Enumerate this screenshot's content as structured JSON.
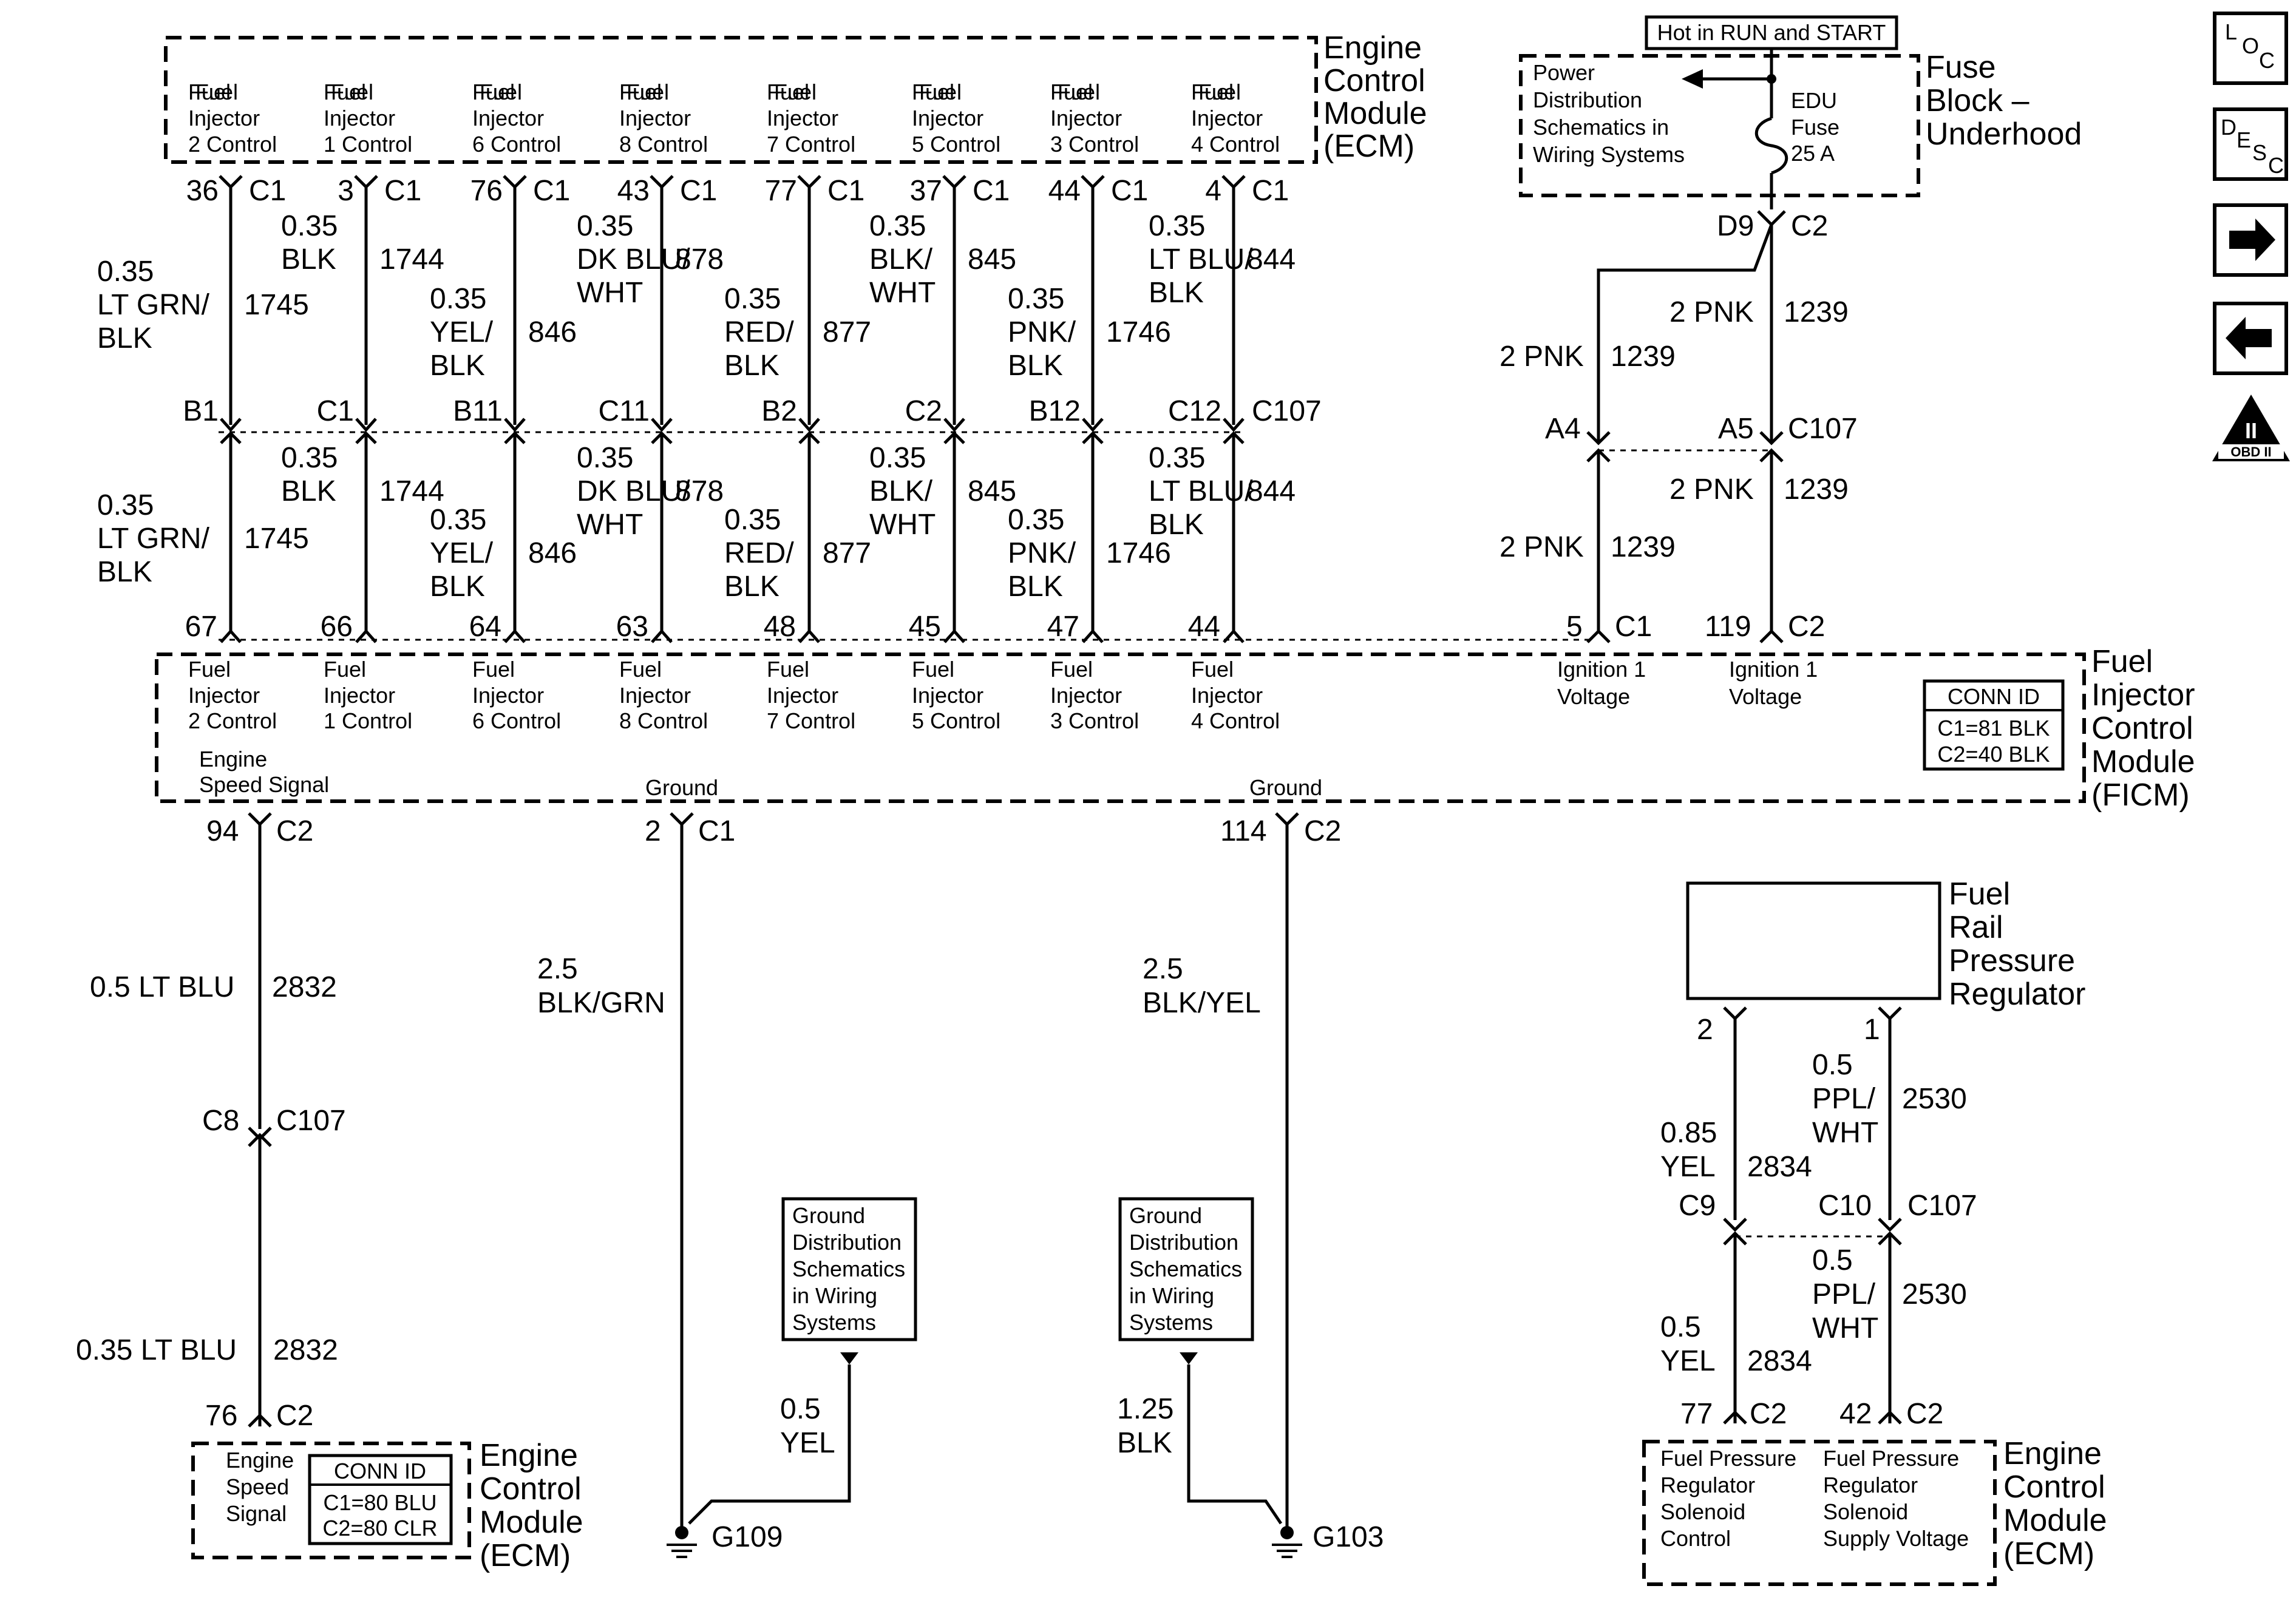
{
  "ecm_top": {
    "title_lines": [
      "Engine",
      "Control",
      "Module",
      "(ECM)"
    ],
    "pins": [
      {
        "func": [
          "Fuel",
          "Injector",
          "2 Control"
        ],
        "pin": "36",
        "conn": "C1",
        "gauge": "0.35",
        "color": [
          "LT GRN/",
          "BLK"
        ],
        "circuit": "1745",
        "inline_conn": "B1",
        "ficm_pin": "67",
        "ficm_func": [
          "Fuel",
          "Injector",
          "2 Control"
        ]
      },
      {
        "func": [
          "Fuel",
          "Injector",
          "1 Control"
        ],
        "pin": "3",
        "conn": "C1",
        "gauge": "0.35",
        "color": [
          "BLK"
        ],
        "circuit": "1744",
        "inline_conn": "C1",
        "ficm_pin": "66",
        "ficm_func": [
          "Fuel",
          "Injector",
          "1 Control"
        ]
      },
      {
        "func": [
          "Fuel",
          "Injector",
          "6 Control"
        ],
        "pin": "76",
        "conn": "C1",
        "gauge": "0.35",
        "color": [
          "YEL/",
          "BLK"
        ],
        "circuit": "846",
        "inline_conn": "B11",
        "ficm_pin": "64",
        "ficm_func": [
          "Fuel",
          "Injector",
          "6 Control"
        ]
      },
      {
        "func": [
          "Fuel",
          "Injector",
          "8 Control"
        ],
        "pin": "43",
        "conn": "C1",
        "gauge": "0.35",
        "color": [
          "DK BLU/",
          "WHT"
        ],
        "circuit": "878",
        "inline_conn": "C11",
        "ficm_pin": "63",
        "ficm_func": [
          "Fuel",
          "Injector",
          "8 Control"
        ]
      },
      {
        "func": [
          "Fuel",
          "Injector",
          "7 Control"
        ],
        "pin": "77",
        "conn": "C1",
        "gauge": "0.35",
        "color": [
          "RED/",
          "BLK"
        ],
        "circuit": "877",
        "inline_conn": "B2",
        "ficm_pin": "48",
        "ficm_func": [
          "Fuel",
          "Injector",
          "7 Control"
        ]
      },
      {
        "func": [
          "Fuel",
          "Injector",
          "5 Control"
        ],
        "pin": "37",
        "conn": "C1",
        "gauge": "0.35",
        "color": [
          "BLK/",
          "WHT"
        ],
        "circuit": "845",
        "inline_conn": "C2",
        "ficm_pin": "45",
        "ficm_func": [
          "Fuel",
          "Injector",
          "5 Control"
        ]
      },
      {
        "func": [
          "Fuel",
          "Injector",
          "3 Control"
        ],
        "pin": "44",
        "conn": "C1",
        "gauge": "0.35",
        "color": [
          "PNK/",
          "BLK"
        ],
        "circuit": "1746",
        "inline_conn": "B12",
        "ficm_pin": "47",
        "ficm_func": [
          "Fuel",
          "Injector",
          "3 Control"
        ]
      },
      {
        "func": [
          "Fuel",
          "Injector",
          "4 Control"
        ],
        "pin": "4",
        "conn": "C1",
        "gauge": "0.35",
        "color": [
          "LT BLU/",
          "BLK"
        ],
        "circuit": "844",
        "inline_conn": "C12",
        "ficm_pin": "44",
        "ficm_func": [
          "Fuel",
          "Injector",
          "4 Control"
        ]
      }
    ],
    "inline_connector": "C107"
  },
  "fuse_block": {
    "hot_label": "Hot in RUN and START",
    "title_lines": [
      "Fuse",
      "Block –",
      "Underhood"
    ],
    "power_ref": [
      "Power",
      "Distribution",
      "Schematics in",
      "Wiring Systems"
    ],
    "fuse": [
      "EDU",
      "Fuse",
      "25 A"
    ],
    "pin": "D9",
    "conn": "C2",
    "wire_a": {
      "gauge_color": "2 PNK",
      "circuit": "1239",
      "inline_pin": "A4"
    },
    "wire_b": {
      "gauge_color": "2 PNK",
      "circuit": "1239",
      "inline_pin": "A5"
    },
    "inline_connector": "C107",
    "lower_a": {
      "gauge_color": "2 PNK",
      "circuit": "1239",
      "ficm_pin": "5",
      "ficm_conn": "C1",
      "func": [
        "Ignition 1",
        "Voltage"
      ]
    },
    "lower_b": {
      "gauge_color": "2 PNK",
      "circuit": "1239",
      "ficm_pin": "119",
      "ficm_conn": "C2",
      "func": [
        "Ignition 1",
        "Voltage"
      ]
    }
  },
  "ficm": {
    "title_lines": [
      "Fuel",
      "Injector",
      "Control",
      "Module",
      "(FICM)"
    ],
    "conn_id": {
      "title": "CONN ID",
      "lines": [
        "C1=81 BLK",
        "C2=40 BLK"
      ]
    },
    "speed_signal": {
      "func": [
        "Engine",
        "Speed Signal"
      ],
      "pin": "94",
      "conn": "C2",
      "wire_upper": "0.5 LT BLU",
      "circuit_upper": "2832",
      "inline_pin": "C8",
      "inline_conn": "C107",
      "wire_lower": "0.35 LT BLU",
      "circuit_lower": "2832",
      "ecm_pin": "76",
      "ecm_conn": "C2"
    },
    "ground1": {
      "func": "Ground",
      "pin": "2",
      "conn": "C1",
      "gauge": "2.5",
      "color": "BLK/GRN",
      "ref": [
        "Ground",
        "Distribution",
        "Schematics",
        "in Wiring",
        "Systems"
      ],
      "ref_gauge": "0.5",
      "ref_color": "YEL",
      "ground_id": "G109"
    },
    "ground2": {
      "func": "Ground",
      "pin": "114",
      "conn": "C2",
      "gauge": "2.5",
      "color": "BLK/YEL",
      "ref": [
        "Ground",
        "Distribution",
        "Schematics",
        "in Wiring",
        "Systems"
      ],
      "ref_gauge": "1.25",
      "ref_color": "BLK",
      "ground_id": "G103"
    }
  },
  "ecm_bottom_left": {
    "title_lines": [
      "Engine",
      "Control",
      "Module",
      "(ECM)"
    ],
    "func": [
      "Engine",
      "Speed",
      "Signal"
    ],
    "conn_id": {
      "title": "CONN ID",
      "lines": [
        "C1=80 BLU",
        "C2=80 CLR"
      ]
    }
  },
  "regulator": {
    "title_lines": [
      "Fuel",
      "Rail",
      "Pressure",
      "Regulator"
    ],
    "pin_left": "2",
    "pin_right": "1",
    "left_upper": {
      "gauge": "0.85",
      "color": "YEL",
      "circuit": "2834"
    },
    "right_upper": {
      "gauge": "0.5",
      "color": [
        "PPL/",
        "WHT"
      ],
      "circuit": "2530"
    },
    "inline_left": "C9",
    "inline_right": "C10",
    "inline_connector": "C107",
    "left_lower": {
      "gauge": "0.5",
      "color": "YEL",
      "circuit": "2834"
    },
    "right_lower": {
      "gauge": "0.5",
      "color": [
        "PPL/",
        "WHT"
      ],
      "circuit": "2530"
    },
    "ecm_left": {
      "pin": "77",
      "conn": "C2",
      "func": [
        "Fuel Pressure",
        "Regulator",
        "Solenoid",
        "Control"
      ]
    },
    "ecm_right": {
      "pin": "42",
      "conn": "C2",
      "func": [
        "Fuel Pressure",
        "Regulator",
        "Solenoid",
        "Supply Voltage"
      ]
    },
    "ecm_title_lines": [
      "Engine",
      "Control",
      "Module",
      "(ECM)"
    ]
  },
  "nav": {
    "loc": [
      "L",
      "O",
      "C"
    ],
    "desc": [
      "D",
      "E",
      "S",
      "C"
    ],
    "obd": {
      "top": "II",
      "bottom": "OBD II"
    }
  }
}
